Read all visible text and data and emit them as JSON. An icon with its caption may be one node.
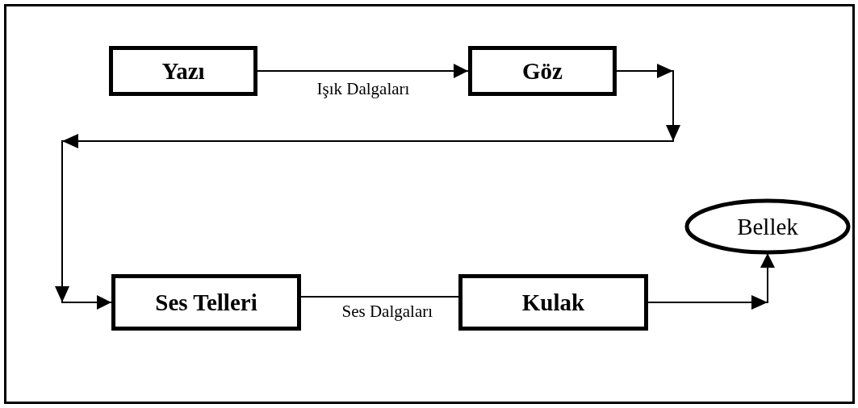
{
  "diagram": {
    "nodes": [
      {
        "text": [
          "Yazı"
        ]
      },
      {
        "text": [
          "Göz"
        ]
      },
      {
        "text": [
          "Ses Telleri"
        ]
      },
      {
        "text": [
          "Kulak"
        ]
      },
      {
        "text": [
          "Bellek"
        ]
      }
    ],
    "edges": [
      {
        "from": 0,
        "to": 1,
        "arrow": "to",
        "label": "Işık Dalgaları"
      },
      {
        "from": 1,
        "to": 2,
        "arrow": "to"
      },
      {
        "from": 2,
        "to": 3,
        "arrow": "none",
        "label": "Ses Dalgaları"
      },
      {
        "from": 3,
        "to": 4,
        "arrow": "to"
      }
    ]
  }
}
